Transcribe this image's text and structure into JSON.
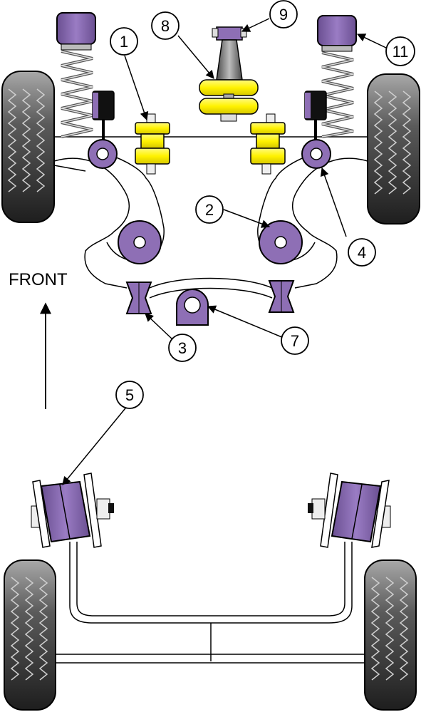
{
  "front_label": "FRONT",
  "callouts": [
    {
      "id": "1",
      "label": "1"
    },
    {
      "id": "2",
      "label": "2"
    },
    {
      "id": "3",
      "label": "3"
    },
    {
      "id": "4",
      "label": "4"
    },
    {
      "id": "5",
      "label": "5"
    },
    {
      "id": "7",
      "label": "7"
    },
    {
      "id": "8",
      "label": "8"
    },
    {
      "id": "9",
      "label": "9"
    },
    {
      "id": "11",
      "label": "11"
    }
  ],
  "colors": {
    "bush_purple": "#8e6fb5",
    "bush_purple_dark": "#6a4f91",
    "bush_yellow": "#fff200",
    "bush_yellow_dark": "#d8cc00",
    "tyre_dark": "#2d2d2d",
    "tyre_light": "#9a9a9a",
    "steel_grey": "#7a7a7a",
    "spring_grey": "#8c8c8c"
  }
}
